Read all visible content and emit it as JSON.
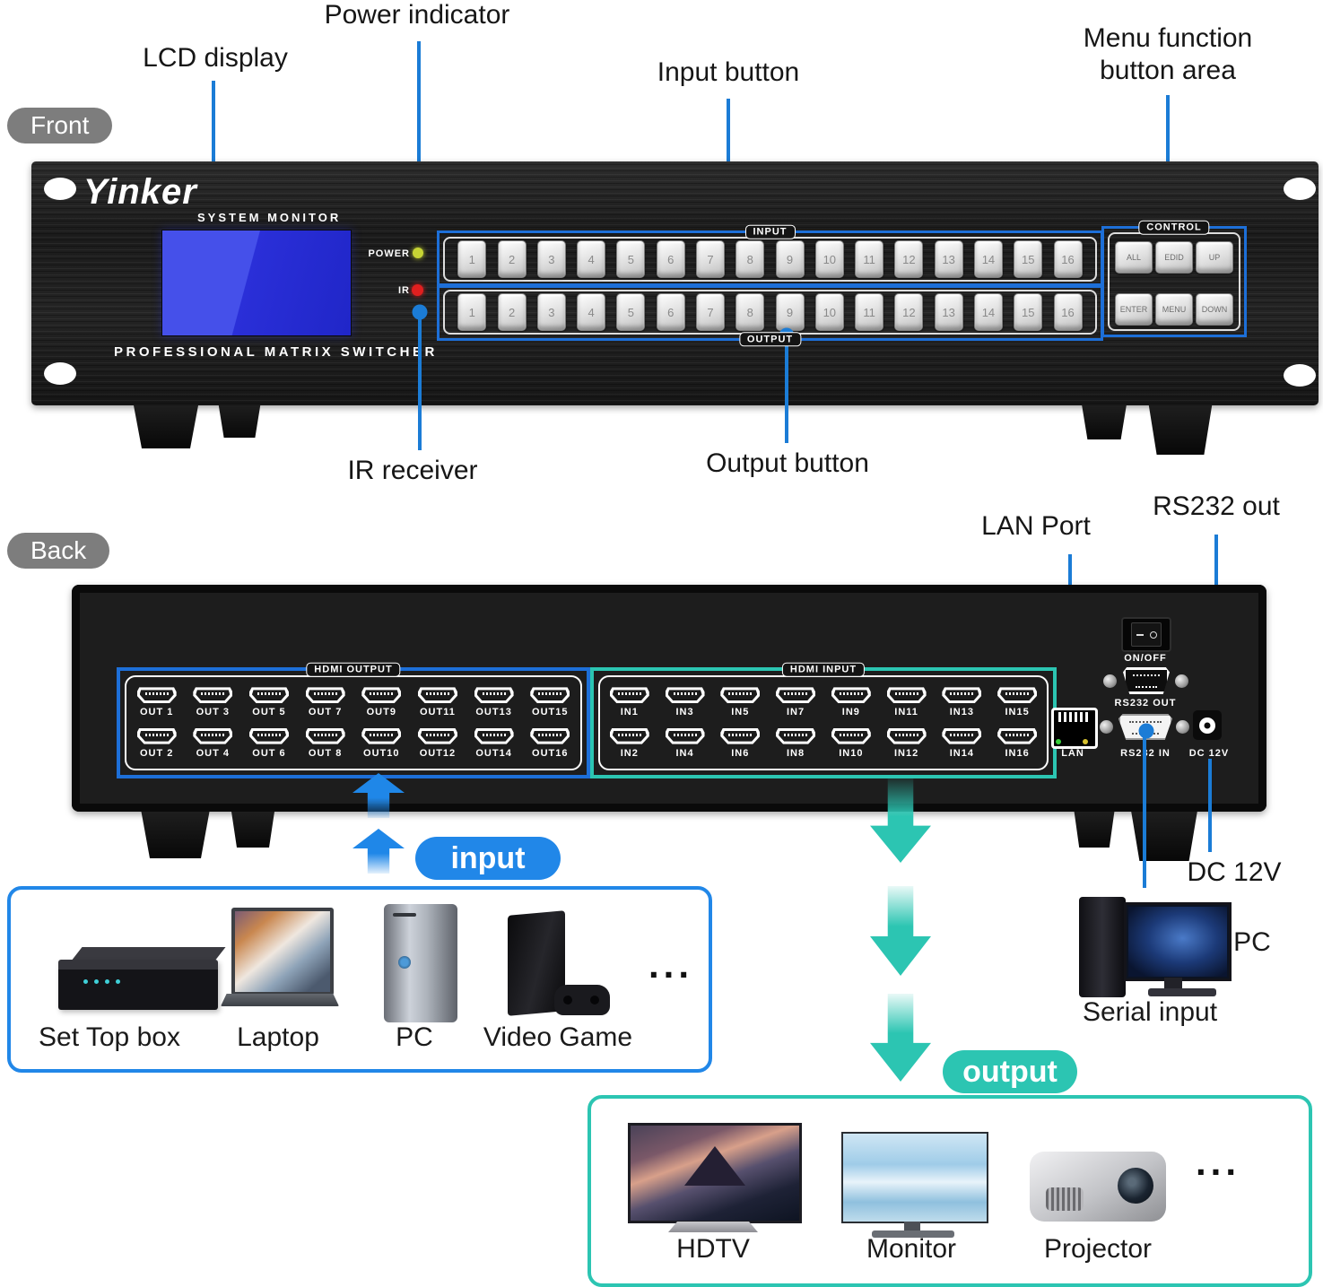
{
  "badges": {
    "front": "Front",
    "back": "Back"
  },
  "callouts": {
    "power_indicator": "Power indicator",
    "lcd_display": "LCD display",
    "input_button": "Input button",
    "menu_function_line1": "Menu function",
    "menu_function_line2": "button area",
    "ir_receiver": "IR receiver",
    "output_button": "Output button",
    "lan_port": "LAN Port",
    "rs232_out": "RS232 out",
    "dc_12v": "DC 12V",
    "pc": "PC",
    "serial_input": "Serial input"
  },
  "front_panel": {
    "brand": "Yinker",
    "system_monitor": "SYSTEM MONITOR",
    "subtitle": "PROFESSIONAL MATRIX SWITCHER",
    "power_led_label": "POWER",
    "ir_led_label": "IR",
    "input_group_label": "INPUT",
    "output_group_label": "OUTPUT",
    "control_group_label": "CONTROL",
    "key_numbers": [
      "1",
      "2",
      "3",
      "4",
      "5",
      "6",
      "7",
      "8",
      "9",
      "10",
      "11",
      "12",
      "13",
      "14",
      "15",
      "16"
    ],
    "control_keys": [
      "ALL",
      "EDID",
      "UP",
      "ENTER",
      "MENU",
      "DOWN"
    ]
  },
  "back_panel": {
    "hdmi_output_label": "HDMI OUTPUT",
    "hdmi_input_label": "HDMI INPUT",
    "output_ports_row1": [
      "OUT 1",
      "OUT 3",
      "OUT 5",
      "OUT 7",
      "OUT9",
      "OUT11",
      "OUT13",
      "OUT15"
    ],
    "output_ports_row2": [
      "OUT 2",
      "OUT 4",
      "OUT 6",
      "OUT 8",
      "OUT10",
      "OUT12",
      "OUT14",
      "OUT16"
    ],
    "input_ports_row1": [
      "IN1",
      "IN3",
      "IN5",
      "IN7",
      "IN9",
      "IN11",
      "IN13",
      "IN15"
    ],
    "input_ports_row2": [
      "IN2",
      "IN4",
      "IN6",
      "IN8",
      "IN10",
      "IN12",
      "IN14",
      "IN16"
    ],
    "onoff_label": "ON/OFF",
    "rs232_out_port_label": "RS232 OUT",
    "lan_port_label": "LAN",
    "rs232_in_port_label": "RS232 IN",
    "dc_port_label": "DC 12V"
  },
  "flow": {
    "input_pill": "input",
    "output_pill": "output",
    "ellipsis": "...",
    "input_devices": [
      "Set Top box",
      "Laptop",
      "PC",
      "Video Game"
    ],
    "output_devices": [
      "HDTV",
      "Monitor",
      "Projector"
    ]
  },
  "colors": {
    "callout_blue": "#1b7cd6",
    "pill_blue": "#2187e8",
    "teal": "#2cc5b2",
    "badge_gray": "#7d7d7d",
    "power_led": "#c6d434",
    "ir_led": "#e01f1f",
    "lcd_blue": "#2a2fd8"
  }
}
